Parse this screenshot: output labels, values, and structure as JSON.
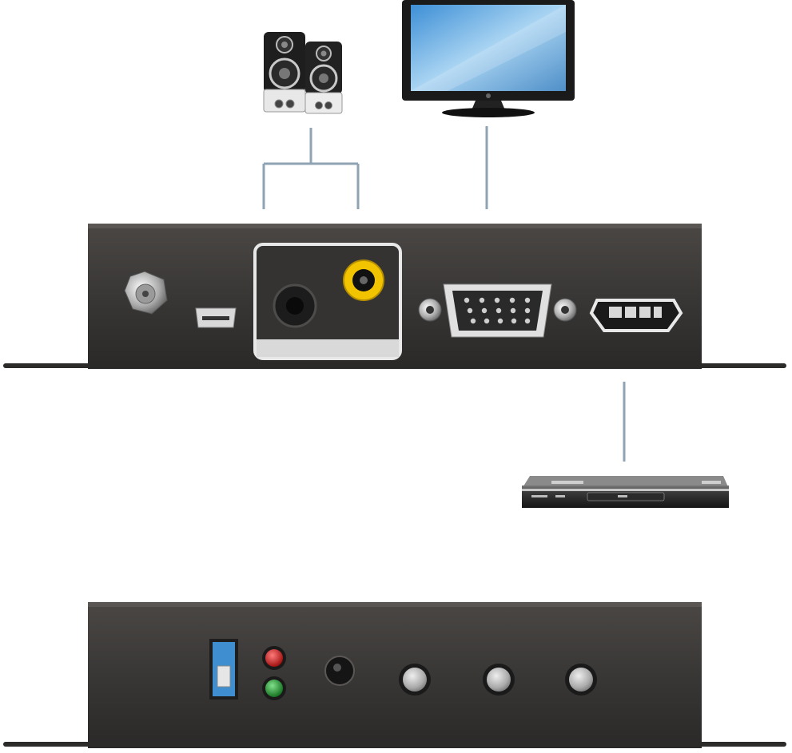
{
  "colors": {
    "background": "#ffffff",
    "device_body": "#3a3836",
    "device_body_dark": "#222120",
    "connection_line": "#8fa3b3",
    "rca_yellow": "#f2c400",
    "led_red": "#d01818",
    "led_green": "#1f9a2b",
    "dip_switch_blue": "#3f8fd0",
    "button_silver": "#c8c8c8"
  },
  "devices": {
    "speakers": {
      "icon": "speakers-icon"
    },
    "monitor": {
      "icon": "monitor-icon"
    },
    "player": {
      "icon": "set-top-box-icon",
      "labels": [
        "",
        "",
        ""
      ]
    }
  },
  "rear_panel": {
    "ports": [
      "power-jack-icon",
      "mini-usb-port-icon",
      "audio-jack-icon",
      "rca-video-jack-icon",
      "vga-port-icon",
      "hdmi-port-icon"
    ]
  },
  "front_panel": {
    "controls": [
      "dip-switch-icon",
      "led-red-icon",
      "led-green-icon",
      "ir-sensor-icon",
      "button-1",
      "button-2",
      "button-3"
    ]
  }
}
